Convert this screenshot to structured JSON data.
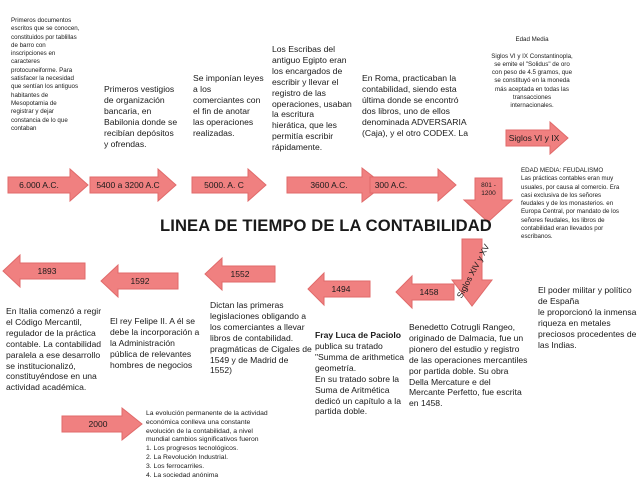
{
  "title": "LINEA DE TIEMPO DE LA CONTABILIDAD",
  "colors": {
    "arrow": "#f08080",
    "arrow_border": "#e06a6a"
  },
  "arrows": {
    "a6000": "6.000 A.C.",
    "a5400": "5400 a 3200 A.C",
    "a5000": "5000. A. C",
    "a3600": "3600 A.C.",
    "a300": "300 A.C.",
    "a801": "801 -\n1200",
    "siglos": "Siglos VI y IX",
    "siglos_xiv": "Siglos XIV y XV",
    "a1458": "1458",
    "a1494": "1494",
    "a1552": "1552",
    "a1592": "1592",
    "a1893": "1893",
    "a2000": "2000"
  },
  "texts": {
    "t6000": "Primeros documentos\nescritos que se conocen,\nconstituidos por tablillas\nde barro con\ninscripciones en\ncaracteres\nprotocuneiforme. Para\nsatisfacer la necesidad\nque sentían los antiguos\nhabitantes de\nMesopotamia de\nregistrar y dejar\nconstancia de lo que\ncontaban",
    "t5400": "Primeros vestigios\nde organización\nbancaria, en\nBabilonia donde se\nrecibían depósitos\ny ofrendas.",
    "t5000": "Se imponían leyes\na los\ncomerciantes con\nel fin de anotar\nlas operaciones\nrealizadas.",
    "t3600": "Los Escribas del\nantiguo Egipto eran\nlos encargados de\nescribir y llevar el\nregistro de las\noperaciones, usaban\nla escritura\nhierática, que les\npermitía escribir\nrápidamente.",
    "t300": "En Roma, practicaban la\ncontabilidad, siendo esta\núltima donde se encontró\ndos libros, uno de ellos\ndenominada ADVERSARIA\n(Caja), y el otro CODEX. La",
    "tsiglos": "Edad Media\n\nSiglos VI y IX Constantinopla,\nse emite el \"Solidus\" de oro\ncon peso de 4.5 gramos, que\nse constituyó en la moneda\nmás aceptada en todas las\ntransacciones\ninternacionales.",
    "t801": "EDAD MEDIA: FEUDALISMO\nLas prácticas contables eran muy\nusuales, por causa al comercio. Era\ncasi exclusiva de los señores\nfeudales y de los monasterios. en\nEuropa Central, por mandato de los\nseñores feudales, los libros de\ncontabilidad eran llevados por\nescribanos.",
    "txiv": "El poder militar y político\nde España\nle proporcionó la inmensa\nriqueza en metales\npreciosos procedentes de\nlas Indias.",
    "t1458": "Benedetto Cotrugli Rangeo,\noriginado de Dalmacia, fue un\npionero del estudio y registro\nde las operaciones mercantiles\npor partida doble. Su obra\nDella Mercature e del\nMercante Perfetto, fue escrita\nen 1458.",
    "t1494_name": "Fray Luca de Paciolo",
    "t1494": "publica su tratado\n\"Summa de arithmetica\ngeometría.\nEn su tratado sobre la\nSuma de Aritmética\ndedicó un capítulo a la\npartida doble.",
    "t1552": "Dictan las primeras\nlegislaciones obligando a\nlos comerciantes a llevar\nlibros de contabilidad.\npragmáticas de Cigales de\n1549 y de Madrid de\n1552)",
    "t1592": "El rey Felipe II. A él se\ndebe la incorporación a\nla Administración\npública de relevantes\nhombres de negocios",
    "t1893": "En Italia comenzó a regir\nel Código Mercantil,\nregulador de la práctica\ncontable. La contabilidad\nparalela a ese desarrollo\nse institucionalizó,\nconstituyéndose en una\nactividad académica.",
    "t2000": "La evolución permanente de la actividad\neconómica conlleva una constante\nevolución de la contabilidad, a nivel\nmundial cambios significativos fueron\n1. Los progresos tecnológicos.\n2. La Revolución Industrial.\n3. Los ferrocarriles.\n4. La sociedad anónima"
  }
}
